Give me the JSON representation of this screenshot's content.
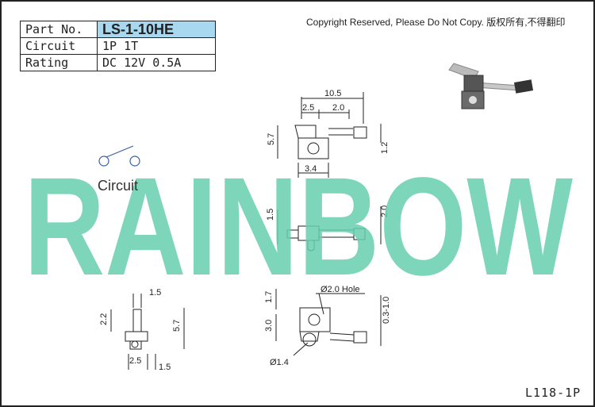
{
  "spec_table": {
    "rows": [
      {
        "label": "Part No.",
        "value": "LS-1-10HE"
      },
      {
        "label": "Circuit",
        "value": "1P 1T"
      },
      {
        "label": "Rating",
        "value": "DC 12V 0.5A"
      }
    ]
  },
  "copyright": "Copyright Reserved, Please Do Not Copy. 版权所有,不得翻印",
  "watermark": "RAINBOW",
  "circuit_label": "Circuit",
  "footer_code": "L118-1P",
  "dimensions": {
    "top_view": {
      "total_width": "10.5",
      "w_left": "2.5",
      "w_mid": "2.0",
      "height": "5.7",
      "base": "3.4",
      "side": "1.2"
    },
    "side_view": {
      "left": "1.5",
      "right": "2.0"
    },
    "end_view": {
      "top": "1.5",
      "left": "2.2",
      "right": "5.7",
      "bottom_a": "2.5",
      "bottom_b": "1.5"
    },
    "detail_view": {
      "hole": "Ø2.0 Hole",
      "top": "1.7",
      "left": "3.0",
      "right": "0.3-1.0",
      "pin": "Ø1.4"
    }
  },
  "colors": {
    "watermark": "#68cfae",
    "highlight": "#a8d8ef",
    "line": "#222222",
    "circuit": "#3a5fa8"
  }
}
